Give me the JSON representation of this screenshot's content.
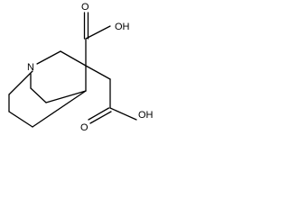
{
  "molecule": {
    "atoms": {
      "nitrogen": "N",
      "acid_top_oxygen": "O",
      "acid_top_hydroxyl": "OH",
      "acid_bottom_oxygen": "O",
      "acid_bottom_hydroxyl": "OH"
    },
    "colors": {
      "bond": "#000000",
      "label": "#000000",
      "background": "#ffffff"
    }
  }
}
